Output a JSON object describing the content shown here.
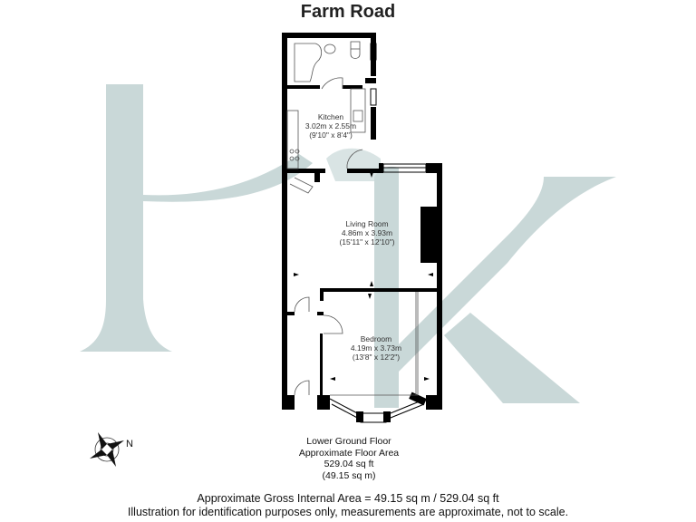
{
  "title": "Farm Road",
  "watermark": {
    "letters": "HK",
    "color": "#c9d8d8"
  },
  "rooms": [
    {
      "name": "Kitchen",
      "metric": "3.02m x 2.55m",
      "imperial": "(9'10\" x 8'4\")"
    },
    {
      "name": "Living Room",
      "metric": "4.86m x 3.93m",
      "imperial": "(15'11\" x 12'10\")"
    },
    {
      "name": "Bedroom",
      "metric": "4.19m x 3.73m",
      "imperial": "(13'8\" x 12'2\")"
    }
  ],
  "floor": {
    "name": "Lower Ground Floor",
    "area_label": "Approximate Floor Area",
    "area_sqft": "529.04 sq ft",
    "area_sqm": "(49.15 sq m)"
  },
  "compass": {
    "label": "N"
  },
  "footer": {
    "gross_area": "Approximate Gross Internal Area = 49.15 sq m / 529.04 sq ft",
    "disclaimer": "Illustration for identification purposes only, measurements are approximate, not to scale."
  },
  "colors": {
    "wall": "#000000",
    "watermark": "#c9d8d8"
  }
}
